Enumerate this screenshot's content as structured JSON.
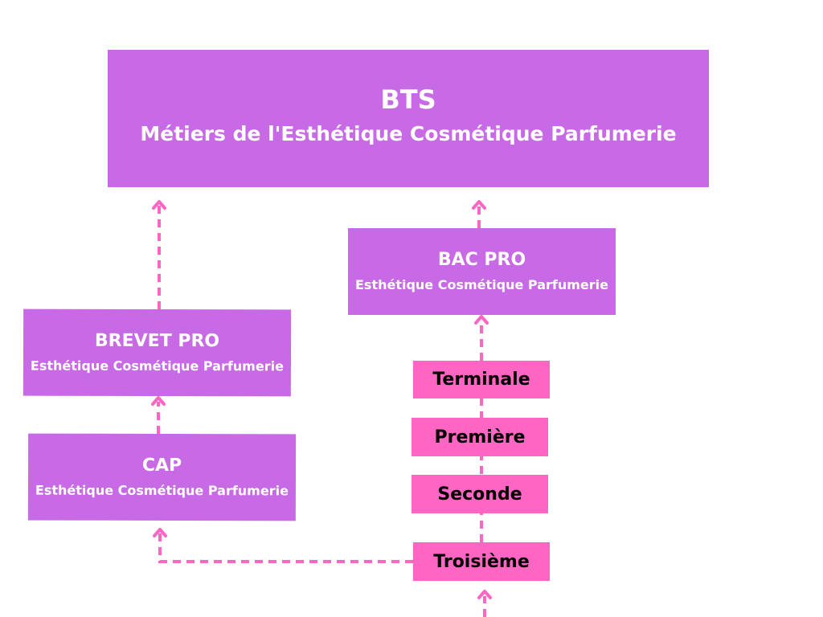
{
  "colors": {
    "purple_box": "#c86ae6",
    "pink_box": "#ff66c4",
    "connector": "#ff66c4",
    "purple_text": "#ffffff",
    "pink_text": "#000000"
  },
  "nodes": {
    "bts": {
      "title": "BTS",
      "subtitle": "Métiers de l'Esthétique Cosmétique Parfumerie"
    },
    "bac_pro": {
      "title": "BAC PRO",
      "subtitle": "Esthétique Cosmétique Parfumerie"
    },
    "brevet_pro": {
      "title": "BREVET PRO",
      "subtitle": "Esthétique Cosmétique Parfumerie"
    },
    "cap": {
      "title": "CAP",
      "subtitle": "Esthétique Cosmétique Parfumerie"
    },
    "terminale": {
      "label": "Terminale"
    },
    "premiere": {
      "label": "Première"
    },
    "seconde": {
      "label": "Seconde"
    },
    "troisieme": {
      "label": "Troisième"
    }
  },
  "edges": [
    {
      "from": "troisieme",
      "to": "cap",
      "style": "dashed-arrow"
    },
    {
      "from": "cap",
      "to": "brevet_pro",
      "style": "dashed-arrow"
    },
    {
      "from": "brevet_pro",
      "to": "bts",
      "style": "dashed-arrow"
    },
    {
      "from": "troisieme",
      "to": "seconde",
      "style": "dashed"
    },
    {
      "from": "seconde",
      "to": "premiere",
      "style": "dashed"
    },
    {
      "from": "premiere",
      "to": "terminale",
      "style": "dashed"
    },
    {
      "from": "terminale",
      "to": "bac_pro",
      "style": "dashed-arrow"
    },
    {
      "from": "bac_pro",
      "to": "bts",
      "style": "dashed-arrow"
    },
    {
      "from": "",
      "to": "troisieme",
      "style": "dashed-arrow"
    }
  ]
}
